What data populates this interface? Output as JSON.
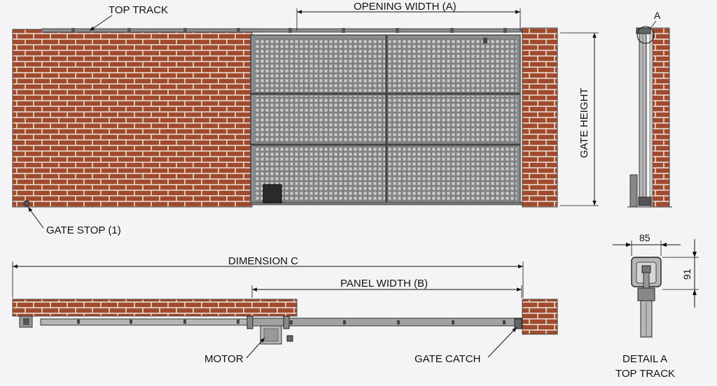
{
  "labels": {
    "top_track": "TOP TRACK",
    "opening_width": "OPENING WIDTH (A)",
    "gate_height": "GATE HEIGHT",
    "detail_ref": "A",
    "gate_stop": "GATE STOP (1)",
    "dimension_c": "DIMENSION C",
    "panel_width": "PANEL WIDTH (B)",
    "motor": "MOTOR",
    "gate_catch": "GATE CATCH",
    "detail_title_line1": "DETAIL A",
    "detail_title_line2": "TOP TRACK",
    "dim_85": "85",
    "dim_91": "91"
  },
  "colors": {
    "brick": "#a14a2c",
    "mortar": "#e6ddd6",
    "metal": "#8a8c8f",
    "mesh_bg": "#b8babc",
    "line": "#111111",
    "background": "#f4f4f6"
  }
}
